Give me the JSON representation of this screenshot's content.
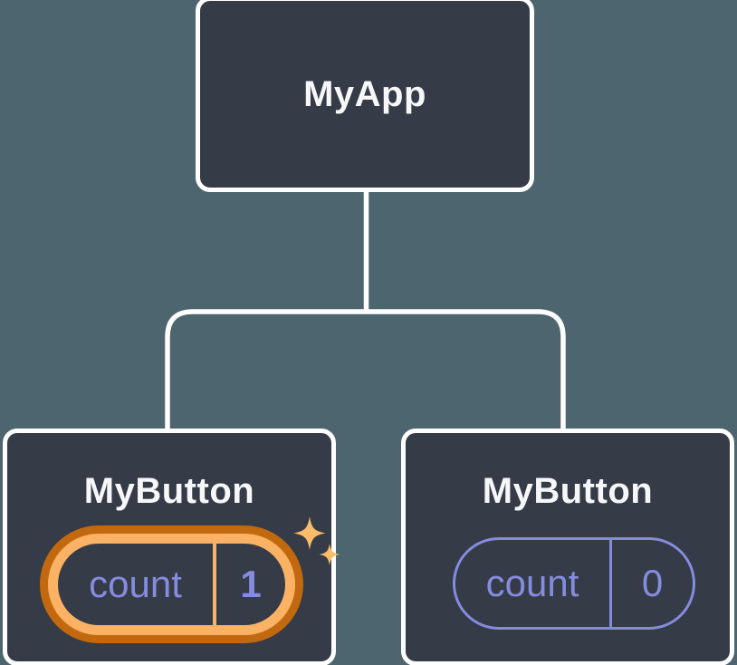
{
  "diagram": {
    "description": "React component tree with state",
    "colors": {
      "background": "#4C656F",
      "node_fill": "#353B47",
      "node_border": "#FFFFFF",
      "title_text": "#F7F7F9",
      "state_accent": "#858CDF",
      "highlight_gold": "#FBB264",
      "highlight_orange": "#C2690F"
    },
    "root": {
      "label": "MyApp"
    },
    "children": [
      {
        "label": "MyButton",
        "state": {
          "key": "count",
          "value": "1",
          "highlighted": true
        }
      },
      {
        "label": "MyButton",
        "state": {
          "key": "count",
          "value": "0",
          "highlighted": false
        }
      }
    ]
  }
}
